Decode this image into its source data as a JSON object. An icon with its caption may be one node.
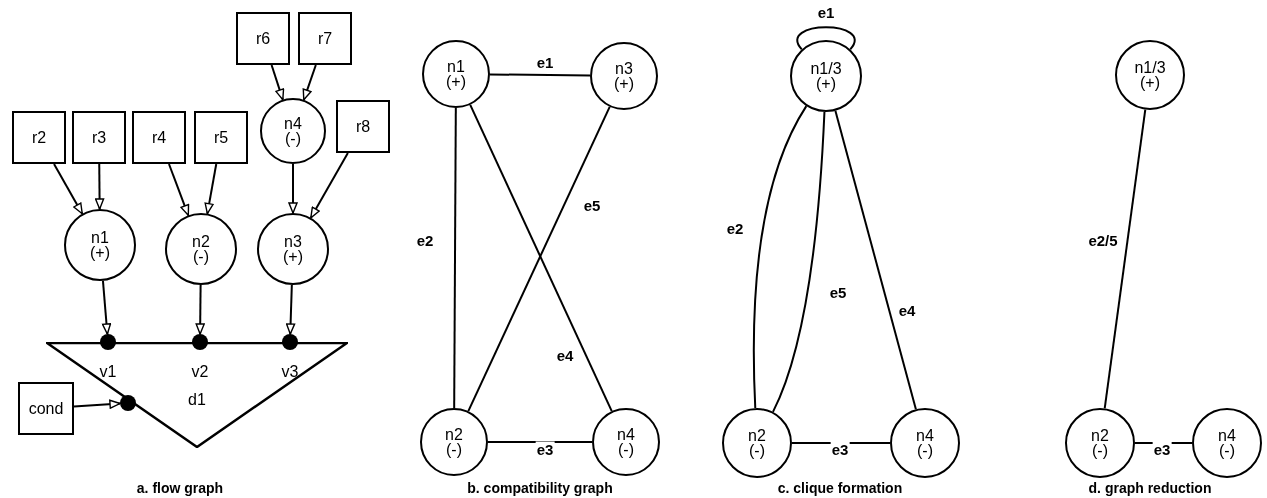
{
  "diagram": {
    "nodes": [
      {
        "text": [
          "r6"
        ]
      },
      {
        "text": [
          "r7"
        ]
      },
      {
        "text": [
          "r2"
        ]
      },
      {
        "text": [
          "r3"
        ]
      },
      {
        "text": [
          "r4"
        ]
      },
      {
        "text": [
          "r5"
        ]
      },
      {
        "text": [
          "n4 (-)"
        ]
      },
      {
        "text": [
          "r8"
        ]
      },
      {
        "text": [
          "n1 (+)"
        ]
      },
      {
        "text": [
          "n2 (-)"
        ]
      },
      {
        "text": [
          "n3 (+)"
        ]
      },
      {
        "text": [
          "d1"
        ]
      },
      {
        "text": [],
        "shape": "circle"
      },
      {
        "text": [],
        "shape": "circle"
      },
      {
        "text": [],
        "shape": "circle"
      },
      {
        "text": [
          "cond"
        ]
      },
      {
        "text": [],
        "shape": "circle"
      },
      {
        "text": [
          "n1 (+)"
        ]
      },
      {
        "text": [
          "n3 (+)"
        ]
      },
      {
        "text": [
          "n2 (-)"
        ]
      },
      {
        "text": [
          "n4 (-)"
        ]
      },
      {
        "text": [
          "n1/3 (+)"
        ]
      },
      {
        "text": [
          "n2 (-)"
        ]
      },
      {
        "text": [
          "n4 (-)"
        ]
      },
      {
        "text": [
          "n1/3 (+)"
        ]
      },
      {
        "text": [
          "n2 (-)"
        ]
      },
      {
        "text": [
          "n4 (-)"
        ]
      }
    ],
    "edges": [
      {
        "from": 0,
        "to": 6,
        "arrow": "to"
      },
      {
        "from": 1,
        "to": 6,
        "arrow": "to"
      },
      {
        "from": 2,
        "to": 8,
        "arrow": "to"
      },
      {
        "from": 3,
        "to": 8,
        "arrow": "to"
      },
      {
        "from": 4,
        "to": 9,
        "arrow": "to"
      },
      {
        "from": 5,
        "to": 9,
        "arrow": "to"
      },
      {
        "from": 6,
        "to": 10,
        "arrow": "to"
      },
      {
        "from": 7,
        "to": 10,
        "arrow": "to"
      },
      {
        "from": 8,
        "to": 12,
        "arrow": "to"
      },
      {
        "from": 9,
        "to": 13,
        "arrow": "to"
      },
      {
        "from": 10,
        "to": 14,
        "arrow": "to"
      },
      {
        "from": 15,
        "to": 16,
        "arrow": "to"
      },
      {
        "from": 17,
        "to": 18,
        "arrow": "none",
        "label": "e1"
      },
      {
        "from": 17,
        "to": 19,
        "arrow": "none",
        "label": "e2"
      },
      {
        "from": 19,
        "to": 20,
        "arrow": "none",
        "label": "e3"
      },
      {
        "from": 17,
        "to": 20,
        "arrow": "none",
        "label": "e4"
      },
      {
        "from": 18,
        "to": 19,
        "arrow": "none",
        "label": "e5"
      },
      {
        "from": 21,
        "to": 21,
        "arrow": "none",
        "label": "e1"
      },
      {
        "from": 21,
        "to": 22,
        "arrow": "none",
        "label": "e2"
      },
      {
        "from": 21,
        "to": 22,
        "arrow": "none",
        "label": "e5"
      },
      {
        "from": 21,
        "to": 23,
        "arrow": "none",
        "label": "e4"
      },
      {
        "from": 22,
        "to": 23,
        "arrow": "none",
        "label": "e3"
      },
      {
        "from": 24,
        "to": 25,
        "arrow": "none",
        "label": "e2/5"
      },
      {
        "from": 25,
        "to": 26,
        "arrow": "none",
        "label": "e3"
      }
    ],
    "labels": [
      "v1",
      "v2",
      "v3",
      "a. flow graph",
      "b. compatibility graph",
      "c. clique formation",
      "d. graph reduction"
    ]
  }
}
